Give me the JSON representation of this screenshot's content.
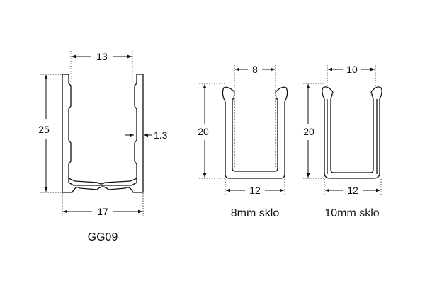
{
  "gg09": {
    "dim_top": "13",
    "dim_height": "25",
    "dim_wall": "1.3",
    "dim_bottom": "17",
    "caption": "GG09"
  },
  "insert_8mm": {
    "dim_top": "8",
    "dim_height": "20",
    "dim_bottom": "12",
    "caption": "8mm sklo"
  },
  "insert_10mm": {
    "dim_top": "10",
    "dim_height": "20",
    "dim_bottom": "12",
    "caption": "10mm sklo"
  }
}
